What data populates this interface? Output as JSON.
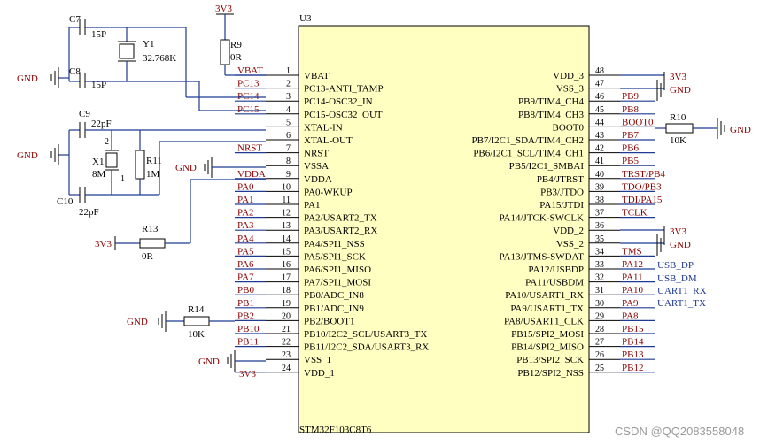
{
  "chip": {
    "ref": "U3",
    "part": "STM32F103C8T6",
    "color": "#ffffc2",
    "left_pins": [
      {
        "num": "1",
        "name": "VBAT",
        "net": "VBAT"
      },
      {
        "num": "2",
        "name": "PC13-ANTI_TAMP",
        "net": "PC13"
      },
      {
        "num": "3",
        "name": "PC14-OSC32_IN",
        "net": "PC14"
      },
      {
        "num": "4",
        "name": "PC15-OSC32_OUT",
        "net": "PC15"
      },
      {
        "num": "5",
        "name": "XTAL-IN",
        "net": ""
      },
      {
        "num": "6",
        "name": "XTAL-OUT",
        "net": ""
      },
      {
        "num": "7",
        "name": "NRST",
        "net": "NRST"
      },
      {
        "num": "8",
        "name": "VSSA",
        "net": ""
      },
      {
        "num": "9",
        "name": "VDDA",
        "net": "VDDA"
      },
      {
        "num": "10",
        "name": "PA0-WKUP",
        "net": "PA0"
      },
      {
        "num": "11",
        "name": "PA1",
        "net": "PA1"
      },
      {
        "num": "12",
        "name": "PA2/USART2_TX",
        "net": "PA2"
      },
      {
        "num": "13",
        "name": "PA3/USART2_RX",
        "net": "PA3"
      },
      {
        "num": "14",
        "name": "PA4/SPI1_NSS",
        "net": "PA4"
      },
      {
        "num": "15",
        "name": "PA5/SPI1_SCK",
        "net": "PA5"
      },
      {
        "num": "16",
        "name": "PA6/SPI1_MISO",
        "net": "PA6"
      },
      {
        "num": "17",
        "name": "PA7/SPI1_MOSI",
        "net": "PA7"
      },
      {
        "num": "18",
        "name": "PB0/ADC_IN8",
        "net": "PB0"
      },
      {
        "num": "19",
        "name": "PB1/ADC_IN9",
        "net": "PB1"
      },
      {
        "num": "20",
        "name": "PB2/BOOT1",
        "net": "PB2"
      },
      {
        "num": "21",
        "name": "PB10/I2C2_SCL/USART3_TX",
        "net": "PB10"
      },
      {
        "num": "22",
        "name": "PB11/I2C2_SDA/USART3_RX",
        "net": "PB11"
      },
      {
        "num": "23",
        "name": "VSS_1",
        "net": ""
      },
      {
        "num": "24",
        "name": "VDD_1",
        "net": ""
      }
    ],
    "right_pins": [
      {
        "num": "48",
        "name": "VDD_3",
        "net": ""
      },
      {
        "num": "47",
        "name": "VSS_3",
        "net": ""
      },
      {
        "num": "46",
        "name": "PB9/TIM4_CH4",
        "net": "PB9"
      },
      {
        "num": "45",
        "name": "PB8/TIM4_CH3",
        "net": "PB8"
      },
      {
        "num": "44",
        "name": "BOOT0",
        "net": "BOOT0"
      },
      {
        "num": "43",
        "name": "PB7/I2C1_SDA/TIM4_CH2",
        "net": "PB7"
      },
      {
        "num": "42",
        "name": "PB6/I2C1_SCL/TIM4_CH1",
        "net": "PB6"
      },
      {
        "num": "41",
        "name": "PB5/I2C1_SMBAI",
        "net": "PB5"
      },
      {
        "num": "40",
        "name": "PB4/JTRST",
        "net": "TRST/PB4"
      },
      {
        "num": "39",
        "name": "PB3/JTDO",
        "net": "TDO/PB3"
      },
      {
        "num": "38",
        "name": "PA15/JTDI",
        "net": "TDI/PA15"
      },
      {
        "num": "37",
        "name": "PA14/JTCK-SWCLK",
        "net": "TCLK"
      },
      {
        "num": "36",
        "name": "VDD_2",
        "net": ""
      },
      {
        "num": "35",
        "name": "VSS_2",
        "net": ""
      },
      {
        "num": "34",
        "name": "PA13/JTMS-SWDAT",
        "net": "TMS"
      },
      {
        "num": "33",
        "name": "PA12/USBDP",
        "net": "PA12"
      },
      {
        "num": "32",
        "name": "PA11/USBDM",
        "net": "PA11"
      },
      {
        "num": "31",
        "name": "PA10/USART1_RX",
        "net": "PA10"
      },
      {
        "num": "30",
        "name": "PA9/USART1_TX",
        "net": "PA9"
      },
      {
        "num": "29",
        "name": "PA8/USART1_CLK",
        "net": "PA8"
      },
      {
        "num": "28",
        "name": "PB15/SPI2_MOSI",
        "net": "PB15"
      },
      {
        "num": "27",
        "name": "PB14/SPI2_MISO",
        "net": "PB14"
      },
      {
        "num": "26",
        "name": "PB13/SPI2_SCK",
        "net": "PB13"
      },
      {
        "num": "25",
        "name": "PB12/SPI2_NSS",
        "net": "PB12"
      }
    ]
  },
  "components": {
    "c7": {
      "ref": "C7",
      "value": "15P"
    },
    "c8": {
      "ref": "C8",
      "value": "15P"
    },
    "y1": {
      "ref": "Y1",
      "value": "32.768K"
    },
    "r9": {
      "ref": "R9",
      "value": "0R"
    },
    "c9": {
      "ref": "C9",
      "value": "22pF"
    },
    "c10": {
      "ref": "C10",
      "value": "22pF"
    },
    "x1": {
      "ref": "X1",
      "value": "8M",
      "pin_a": "2",
      "pin_b": "1"
    },
    "r11": {
      "ref": "R11",
      "value": "1M"
    },
    "r13": {
      "ref": "R13",
      "value": "0R"
    },
    "r14": {
      "ref": "R14",
      "value": "10K"
    },
    "r10": {
      "ref": "R10",
      "value": "10K"
    }
  },
  "power": {
    "v3v3": "3V3",
    "gnd": "GND"
  },
  "usb_labels": [
    "USB_DP",
    "USB_DM",
    "UART1_RX",
    "UART1_TX"
  ],
  "watermark": "CSDN @QQ2083558048"
}
